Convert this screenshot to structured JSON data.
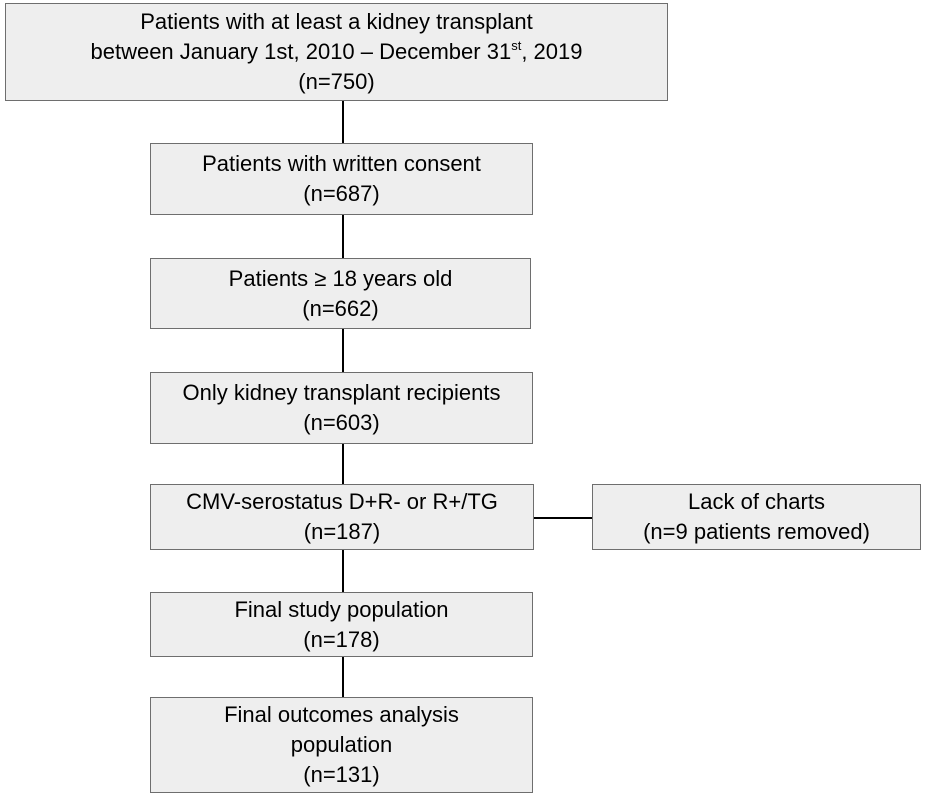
{
  "boxes": {
    "b1": {
      "line1": "Patients with at least a kidney transplant",
      "line2_pre": "between January 1st, 2010 – December 31",
      "line2_sup": "st",
      "line2_post": ", 2019",
      "count": "(n=750)"
    },
    "b2": {
      "line1": "Patients with written consent",
      "count": "(n=687)"
    },
    "b3": {
      "line1": "Patients ≥ 18 years old",
      "count": "(n=662)"
    },
    "b4": {
      "line1": "Only kidney transplant recipients",
      "count": "(n=603)"
    },
    "b5": {
      "line1": "CMV-serostatus D+R- or R+/TG",
      "count": "(n=187)"
    },
    "b6": {
      "line1": "Final study population",
      "count": "(n=178)"
    },
    "b7": {
      "line1": "Final outcomes analysis",
      "line2": "population",
      "count": "(n=131)"
    },
    "exclusion": {
      "line1": "Lack of charts",
      "line2": "(n=9 patients removed)"
    }
  },
  "colors": {
    "box_fill": "#eeeeee",
    "box_border": "#6e6e6e",
    "connector": "#000000"
  }
}
